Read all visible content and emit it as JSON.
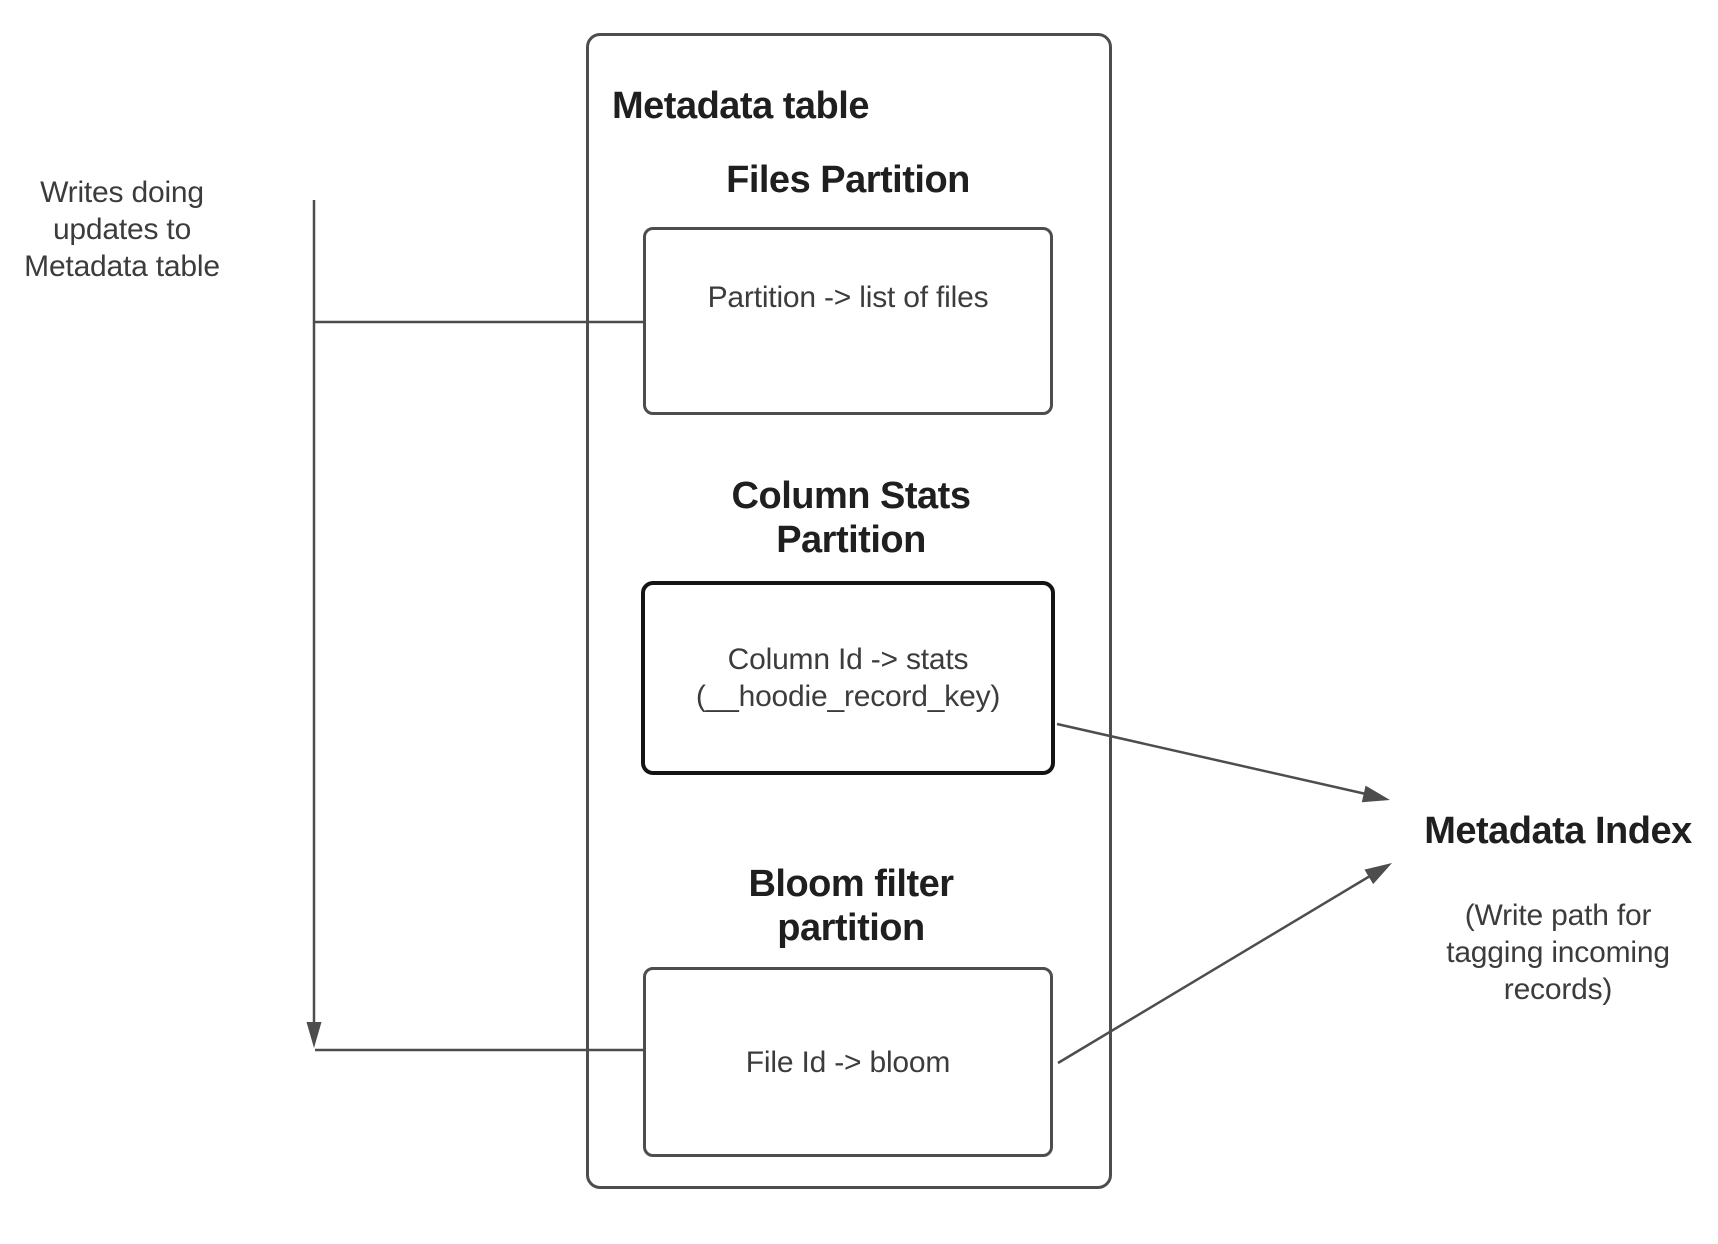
{
  "colors": {
    "background": "#ffffff",
    "line": "#4d4d4d",
    "box-border": "#4d4d4d",
    "stats-border": "#141414",
    "heading-text": "#1f1f1f",
    "body-text": "#3c3c3c"
  },
  "left_label": {
    "text": "Writes doing updates to Metadata table"
  },
  "metadata_table": {
    "title": "Metadata table",
    "files": {
      "heading": "Files Partition",
      "mapping": "Partition -> list of files"
    },
    "column_stats": {
      "heading": "Column Stats Partition",
      "mapping": "Column Id  -> stats\n(__hoodie_record_key)"
    },
    "bloom": {
      "heading": "Bloom filter partition",
      "mapping": "File Id -> bloom"
    }
  },
  "metadata_index": {
    "title": "Metadata Index",
    "subtitle": "(Write path for tagging incoming records)"
  }
}
